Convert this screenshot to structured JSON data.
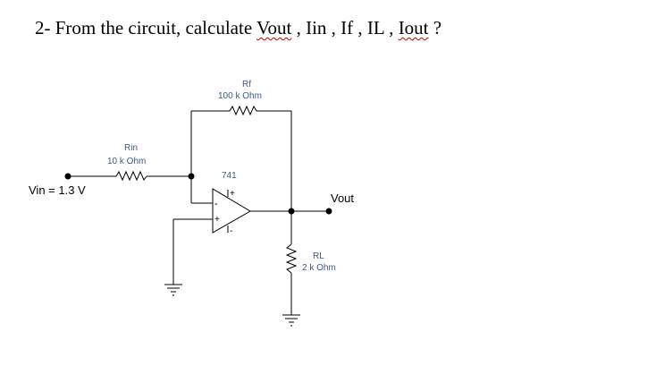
{
  "question": {
    "prefix": "2-  From the circuit, calculate ",
    "vout": "Vout",
    "middle": " , Iin , If , IL , ",
    "iout": "Iout",
    "suffix": " ?"
  },
  "circuit": {
    "rf_name": "Rf",
    "rf_value": "100 k Ohm",
    "rin_name": "Rin",
    "rin_value": "10 k Ohm",
    "opamp_label": "741",
    "opamp_plus_top": "+",
    "opamp_minus_bottom": "-",
    "input_minus": "-",
    "input_plus": "+",
    "vin_label": "Vin = 1.3 V",
    "vout_label": "Vout",
    "rl_name": "RL",
    "rl_value": "2 k Ohm"
  }
}
